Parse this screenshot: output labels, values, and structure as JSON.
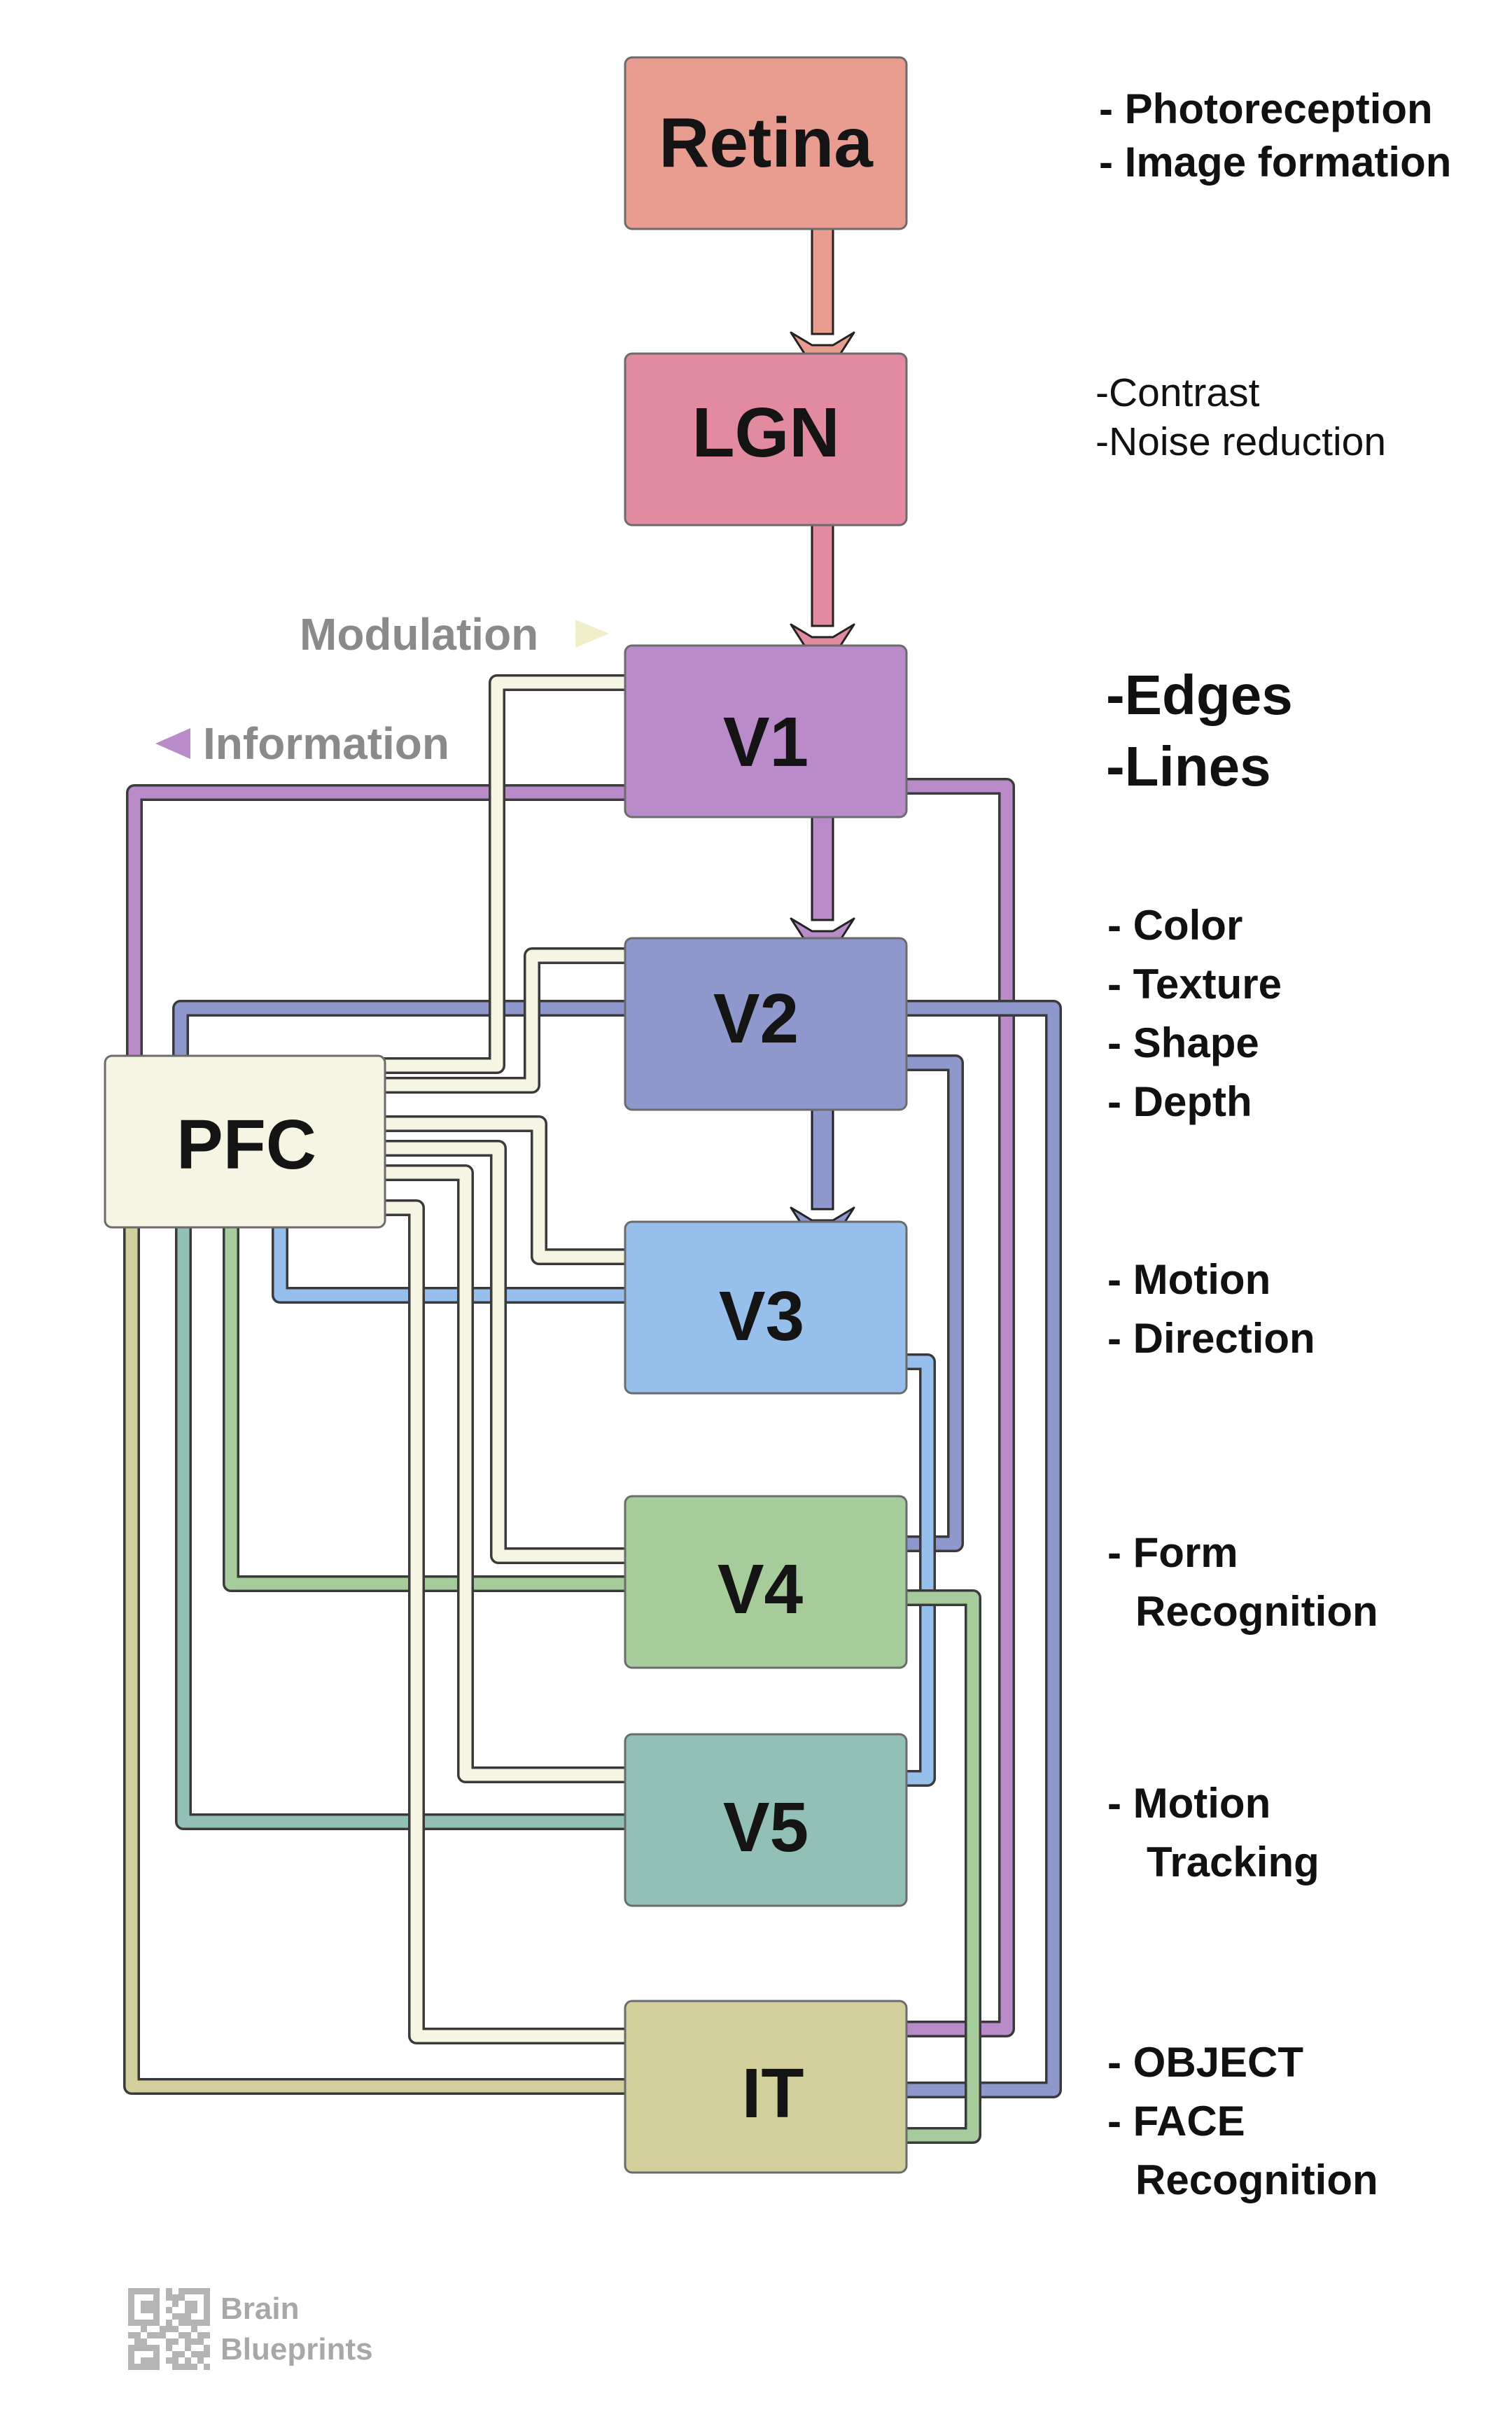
{
  "areas": {
    "retina": {
      "label": "Retina",
      "color": "#E99C90"
    },
    "lgn": {
      "label": "LGN",
      "color": "#E28AA0"
    },
    "v1": {
      "label": "V1",
      "color": "#B98BC9"
    },
    "v2": {
      "label": "V2",
      "color": "#8E98CC"
    },
    "v3": {
      "label": "V3",
      "color": "#97BFEC"
    },
    "v4": {
      "label": "V4",
      "color": "#A7CC9C"
    },
    "v5": {
      "label": "V5",
      "color": "#92C0B6"
    },
    "it": {
      "label": "IT",
      "color": "#D3CF9D"
    },
    "pfc": {
      "label": "PFC",
      "color": "#F6F5E3"
    }
  },
  "descriptions": {
    "retina": [
      "- Photoreception",
      "- Image formation"
    ],
    "lgn": [
      "-Contrast",
      "-Noise reduction"
    ],
    "v1": [
      "-Edges",
      "-Lines"
    ],
    "v2": [
      "- Color",
      "- Texture",
      "- Shape",
      "- Depth"
    ],
    "v3": [
      "- Motion",
      "- Direction"
    ],
    "v4": [
      "- Form",
      "Recognition"
    ],
    "v5": [
      "- Motion",
      "Tracking"
    ],
    "it": [
      "- OBJECT",
      "- FACE",
      "Recognition"
    ]
  },
  "legend": {
    "modulation": "Modulation",
    "information": "Information",
    "modulation_color": "#F6F5E3",
    "information_color": "#B98BC9"
  },
  "brand": {
    "line1": "Brain",
    "line2": "Blueprints",
    "icon": "qr-code-icon"
  },
  "colors": {
    "arrow_stroke": "#222222",
    "box_stroke": "#6b6b6b"
  }
}
